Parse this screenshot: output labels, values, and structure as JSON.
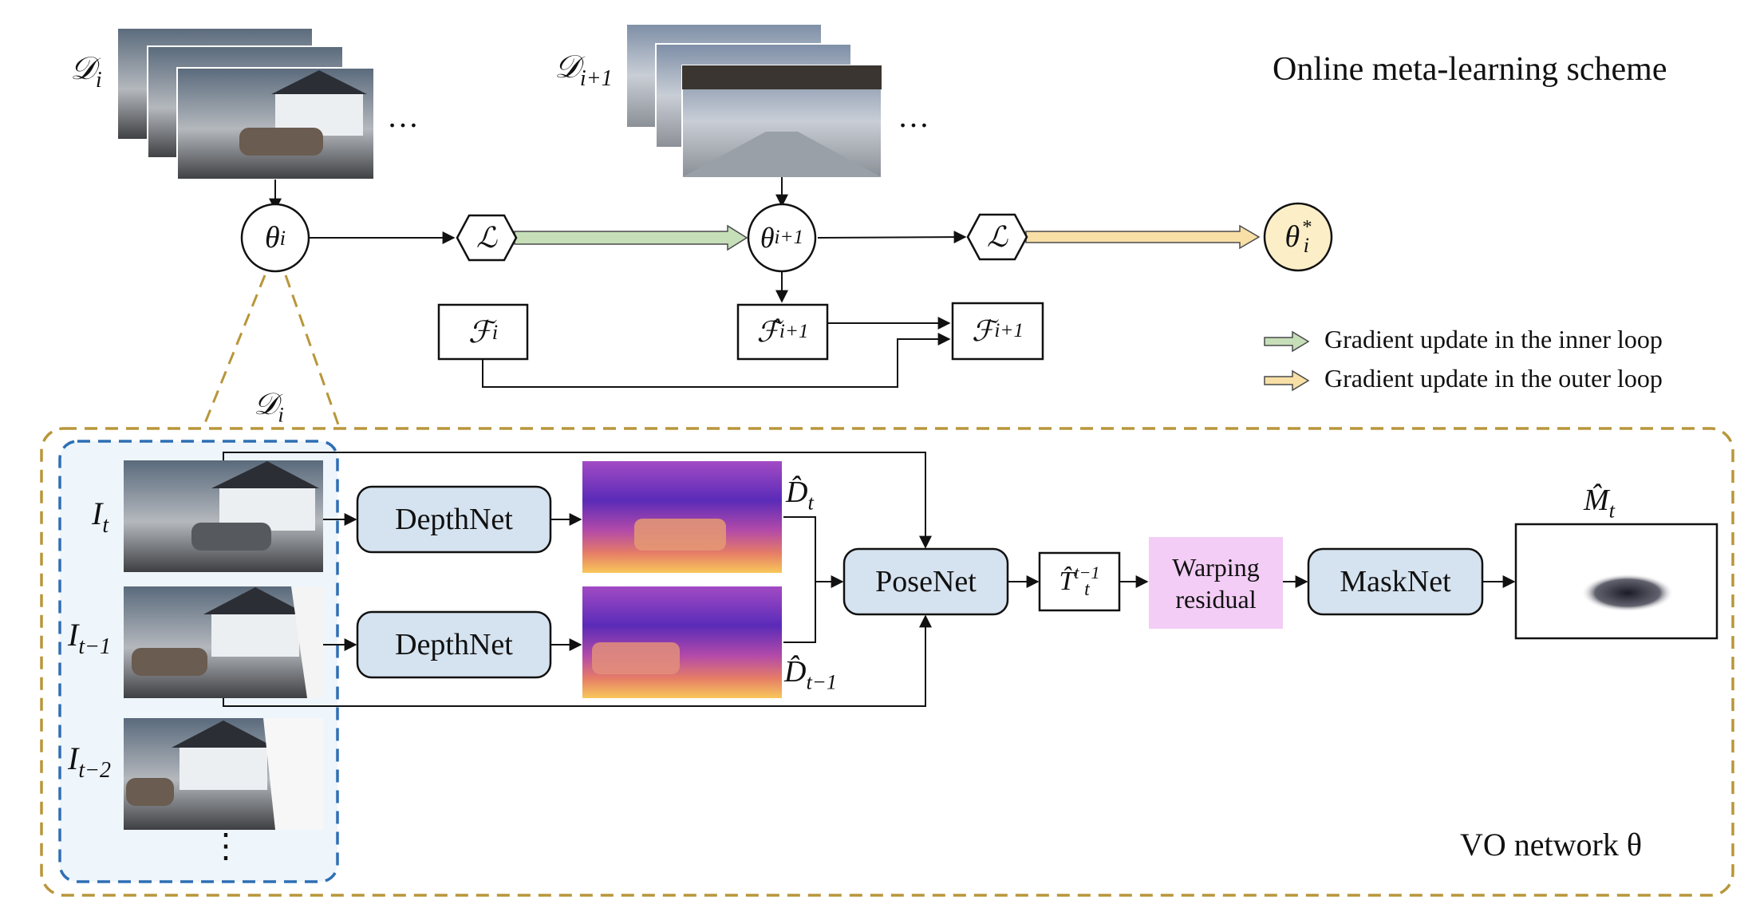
{
  "title": "Online meta-learning scheme",
  "vo_network_label": "VO network θ",
  "legend": {
    "inner": {
      "label": "Gradient update in the inner loop",
      "color": "#c6dfb9"
    },
    "outer": {
      "label": "Gradient update in the outer loop",
      "color": "#f7dfa6"
    }
  },
  "dataset_i": {
    "symbol": "𝒟",
    "sub": "i"
  },
  "dataset_i1": {
    "symbol": "𝒟",
    "sub": "i+1"
  },
  "dataset_inner": {
    "symbol": "𝒟",
    "sub": "i"
  },
  "ellipsis": "…",
  "vellipsis": "⋮",
  "theta_i": {
    "symbol": "θ",
    "sub": "i"
  },
  "theta_i1": {
    "symbol": "θ",
    "sub": "i+1"
  },
  "theta_star": {
    "symbol": "θ",
    "sub": "i",
    "sup": "*",
    "fill": "#fcefc7"
  },
  "loss_symbol": "ℒ",
  "feature_i": {
    "symbol": "ℱ",
    "sub": "i"
  },
  "feature_hat_i1": {
    "symbol": "ℱ̂",
    "sub": "i+1"
  },
  "feature_i1": {
    "symbol": "ℱ",
    "sub": "i+1"
  },
  "frames": [
    {
      "symbol": "I",
      "sub": "t"
    },
    {
      "symbol": "I",
      "sub": "t−1"
    },
    {
      "symbol": "I",
      "sub": "t−2"
    }
  ],
  "depthnet_label": "DepthNet",
  "posenet_label": "PoseNet",
  "masknet_label": "MaskNet",
  "warping_label": "Warping residual",
  "depth_t": {
    "symbol": "D̂",
    "sub": "t"
  },
  "depth_t1": {
    "symbol": "D̂",
    "sub": "t−1"
  },
  "pose": {
    "symbol": "T̂",
    "sub": "t",
    "sup": "t−1"
  },
  "mask": {
    "symbol": "M̂",
    "sub": "t"
  },
  "colors": {
    "net_fill": "#d5e2ef",
    "warp_fill": "#f3cdf5",
    "dash_outer": "#b8963a",
    "dash_inner": "#2e6fb4",
    "inner_panel": "#eef5fb"
  }
}
